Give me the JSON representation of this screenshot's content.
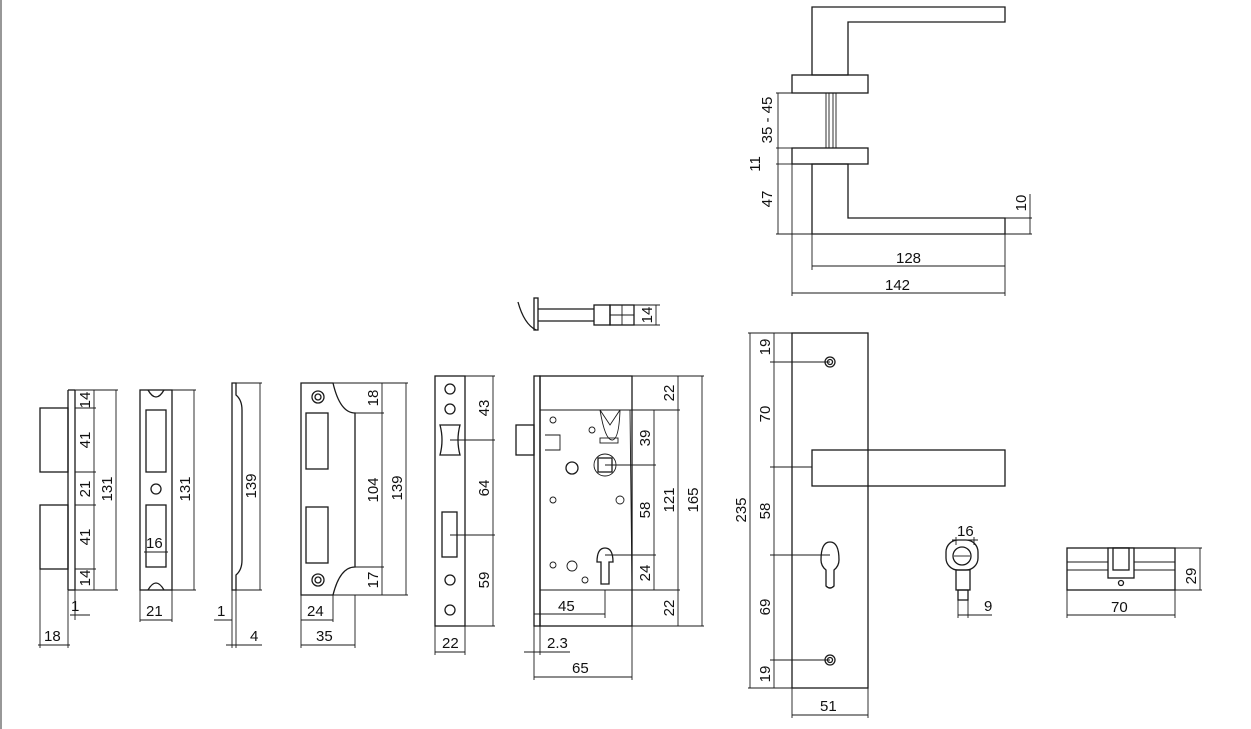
{
  "dims": {
    "strike_a_h1": "14",
    "strike_a_h2": "41",
    "strike_a_h3": "21",
    "strike_a_h4": "41",
    "strike_a_h5": "14",
    "strike_a_total": "131",
    "strike_a_t": "1",
    "strike_a_w": "18",
    "strike_b_hole": "16",
    "strike_b_total": "131",
    "strike_b_w": "21",
    "edge_t": "1",
    "edge_len": "139",
    "edge_w": "4",
    "plate_top": "18",
    "plate_mid": "104",
    "plate_total": "139",
    "plate_bot": "17",
    "plate_w1": "24",
    "plate_w2": "35",
    "face_a": "43",
    "face_b": "64",
    "face_c": "59",
    "face_w": "22",
    "bolt_h": "14",
    "lock_top": "22",
    "lock_39": "39",
    "lock_58": "58",
    "lock_121": "121",
    "lock_165": "165",
    "lock_24": "24",
    "lock_bot": "22",
    "lock_45": "45",
    "lock_23": "2.3",
    "lock_65": "65",
    "esc_19a": "19",
    "esc_70": "70",
    "esc_235": "235",
    "esc_58": "58",
    "esc_69": "69",
    "esc_19b": "19",
    "esc_51": "51",
    "lever_range": "35 - 45",
    "lever_11": "11",
    "lever_47": "47",
    "lever_10": "10",
    "lever_128": "128",
    "lever_142": "142",
    "thumb_16": "16",
    "thumb_9": "9",
    "cyl_70": "70",
    "cyl_29": "29"
  }
}
